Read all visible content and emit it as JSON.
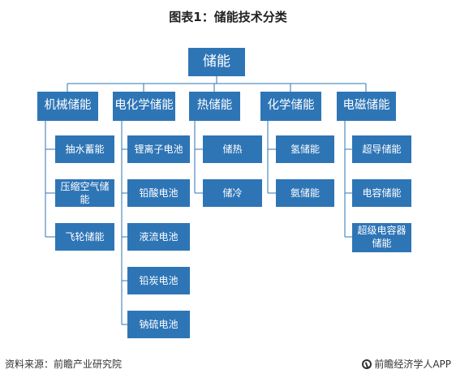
{
  "title": "图表1：储能技术分类",
  "root": "储能",
  "categories": [
    {
      "label": "机械储能",
      "items": [
        "抽水蓄能",
        "压缩空气储能",
        "飞轮储能"
      ]
    },
    {
      "label": "电化学储能",
      "items": [
        "锂离子电池",
        "铅酸电池",
        "液流电池",
        "铅炭电池",
        "钠硫电池"
      ]
    },
    {
      "label": "热储能",
      "items": [
        "储热",
        "储冷"
      ]
    },
    {
      "label": "化学储能",
      "items": [
        "氢储能",
        "氨储能"
      ]
    },
    {
      "label": "电磁储能",
      "items": [
        "超导储能",
        "电容储能",
        "超级电容器储能"
      ]
    }
  ],
  "footer": {
    "source": "资料来源：前瞻产业研究院",
    "brand": "前瞻经济学人APP"
  },
  "colors": {
    "box": "#2e75b6",
    "line": "#2e75b6"
  }
}
